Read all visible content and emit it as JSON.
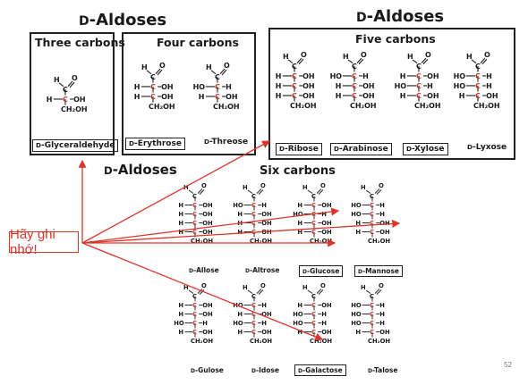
{
  "titles": {
    "left": "D-Aldoses",
    "right": "D-Aldoses",
    "middle": "D-Aldoses",
    "six_carbons": "Six carbons"
  },
  "boxes": {
    "three": "Three carbons",
    "four": "Four carbons",
    "five": "Five carbons"
  },
  "callout": "Hãy ghi nhớ!",
  "page_number": "52",
  "colors": {
    "accent": "#d9372a",
    "chiral_carbon": "#c0392b",
    "text": "#1a1a1a"
  },
  "sugars": {
    "glyceraldehyde": {
      "name": "D-Glyceraldehyde",
      "boxed": true,
      "chiral": [
        "R"
      ]
    },
    "erythrose": {
      "name": "D-Erythrose",
      "boxed": true,
      "chiral": [
        "R",
        "R"
      ]
    },
    "threose": {
      "name": "D-Threose",
      "boxed": false,
      "chiral": [
        "L",
        "R"
      ]
    },
    "ribose": {
      "name": "D-Ribose",
      "boxed": true,
      "chiral": [
        "R",
        "R",
        "R"
      ]
    },
    "arabinose": {
      "name": "D-Arabinose",
      "boxed": true,
      "chiral": [
        "L",
        "R",
        "R"
      ]
    },
    "xylose": {
      "name": "D-Xylose",
      "boxed": true,
      "chiral": [
        "R",
        "L",
        "R"
      ]
    },
    "lyxose": {
      "name": "D-Lyxose",
      "boxed": false,
      "chiral": [
        "L",
        "L",
        "R"
      ]
    },
    "allose": {
      "name": "D-Allose",
      "boxed": false,
      "chiral": [
        "R",
        "R",
        "R",
        "R"
      ]
    },
    "altrose": {
      "name": "D-Altrose",
      "boxed": false,
      "chiral": [
        "L",
        "R",
        "R",
        "R"
      ]
    },
    "glucose": {
      "name": "D-Glucose",
      "boxed": true,
      "chiral": [
        "R",
        "L",
        "R",
        "R"
      ]
    },
    "mannose": {
      "name": "D-Mannose",
      "boxed": true,
      "chiral": [
        "L",
        "L",
        "R",
        "R"
      ]
    },
    "gulose": {
      "name": "D-Gulose",
      "boxed": false,
      "chiral": [
        "R",
        "R",
        "L",
        "R"
      ]
    },
    "idose": {
      "name": "D-Idose",
      "boxed": false,
      "chiral": [
        "L",
        "R",
        "L",
        "R"
      ]
    },
    "galactose": {
      "name": "D-Galactose",
      "boxed": true,
      "chiral": [
        "R",
        "L",
        "L",
        "R"
      ]
    },
    "talose": {
      "name": "D-Talose",
      "boxed": false,
      "chiral": [
        "L",
        "L",
        "L",
        "R"
      ]
    }
  },
  "labels": {
    "aldehyde_h": "H",
    "aldehyde_o": "O",
    "terminal": "CH2OH"
  }
}
